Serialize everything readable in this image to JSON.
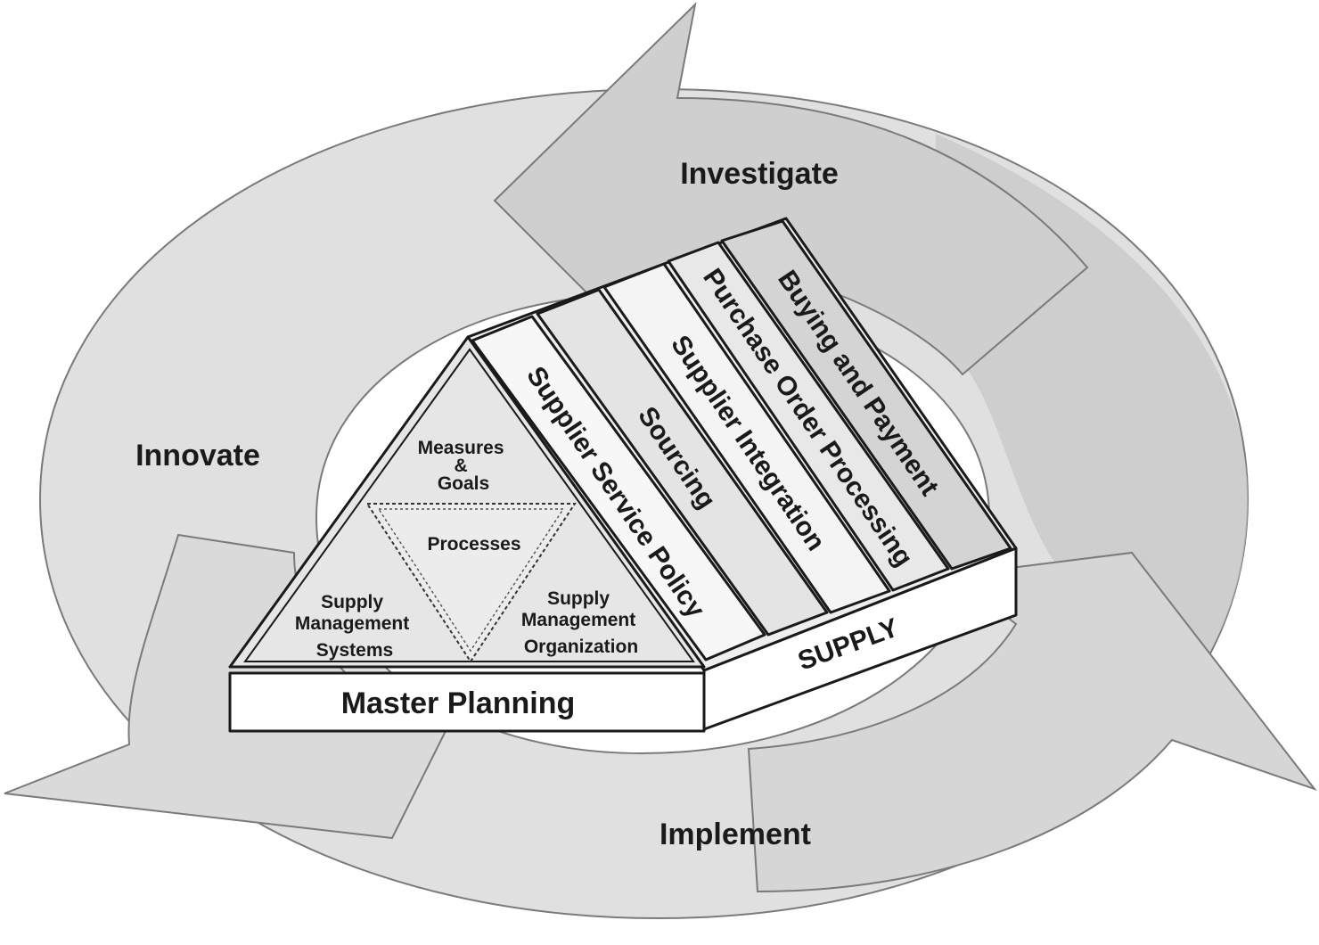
{
  "cycle": {
    "investigate": "Investigate",
    "innovate": "Innovate",
    "implement": "Implement"
  },
  "pyramid": {
    "top": [
      "Measures",
      "&",
      "Goals"
    ],
    "center": "Processes",
    "left": [
      "Supply",
      "Management",
      "Systems"
    ],
    "right": [
      "Supply",
      "Management",
      "Organization"
    ],
    "base": "Master Planning"
  },
  "roof": {
    "stripes": [
      "Supplier Service Policy",
      "Sourcing",
      "Supplier Integration",
      "Purchase Order Processing",
      "Buying and Payment"
    ],
    "base": "SUPPLY"
  },
  "colors": {
    "ring": "#dedede",
    "ring_dark": "#c4c4c4",
    "outline": "#1a1a1a",
    "face_light": "#f5f5f5",
    "face_mid": "#e2e2e2"
  }
}
